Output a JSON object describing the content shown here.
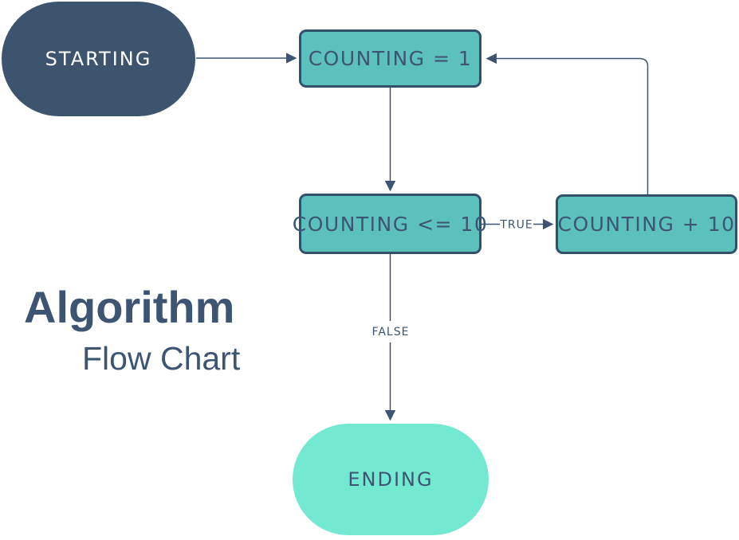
{
  "title": {
    "heading": "Algorithm",
    "subheading": "Flow Chart"
  },
  "colors": {
    "start_fill": "#3d546e",
    "process_fill": "#5cc1bc",
    "process_border": "#33506b",
    "end_fill": "#72e9d0",
    "line": "#3d5573",
    "text_dark": "#3d5573",
    "text_light": "#ffffff",
    "background": "#ffffff"
  },
  "nodes": {
    "start": {
      "label": "STARTING",
      "shape": "terminator"
    },
    "init": {
      "label": "COUNTING = 1",
      "shape": "process"
    },
    "condition": {
      "label": "COUNTING <= 10",
      "shape": "process"
    },
    "increment": {
      "label": "COUNTING + 10",
      "shape": "process"
    },
    "end": {
      "label": "ENDING",
      "shape": "terminator"
    }
  },
  "edge_labels": {
    "true": "TRUE",
    "false": "FALSE"
  }
}
